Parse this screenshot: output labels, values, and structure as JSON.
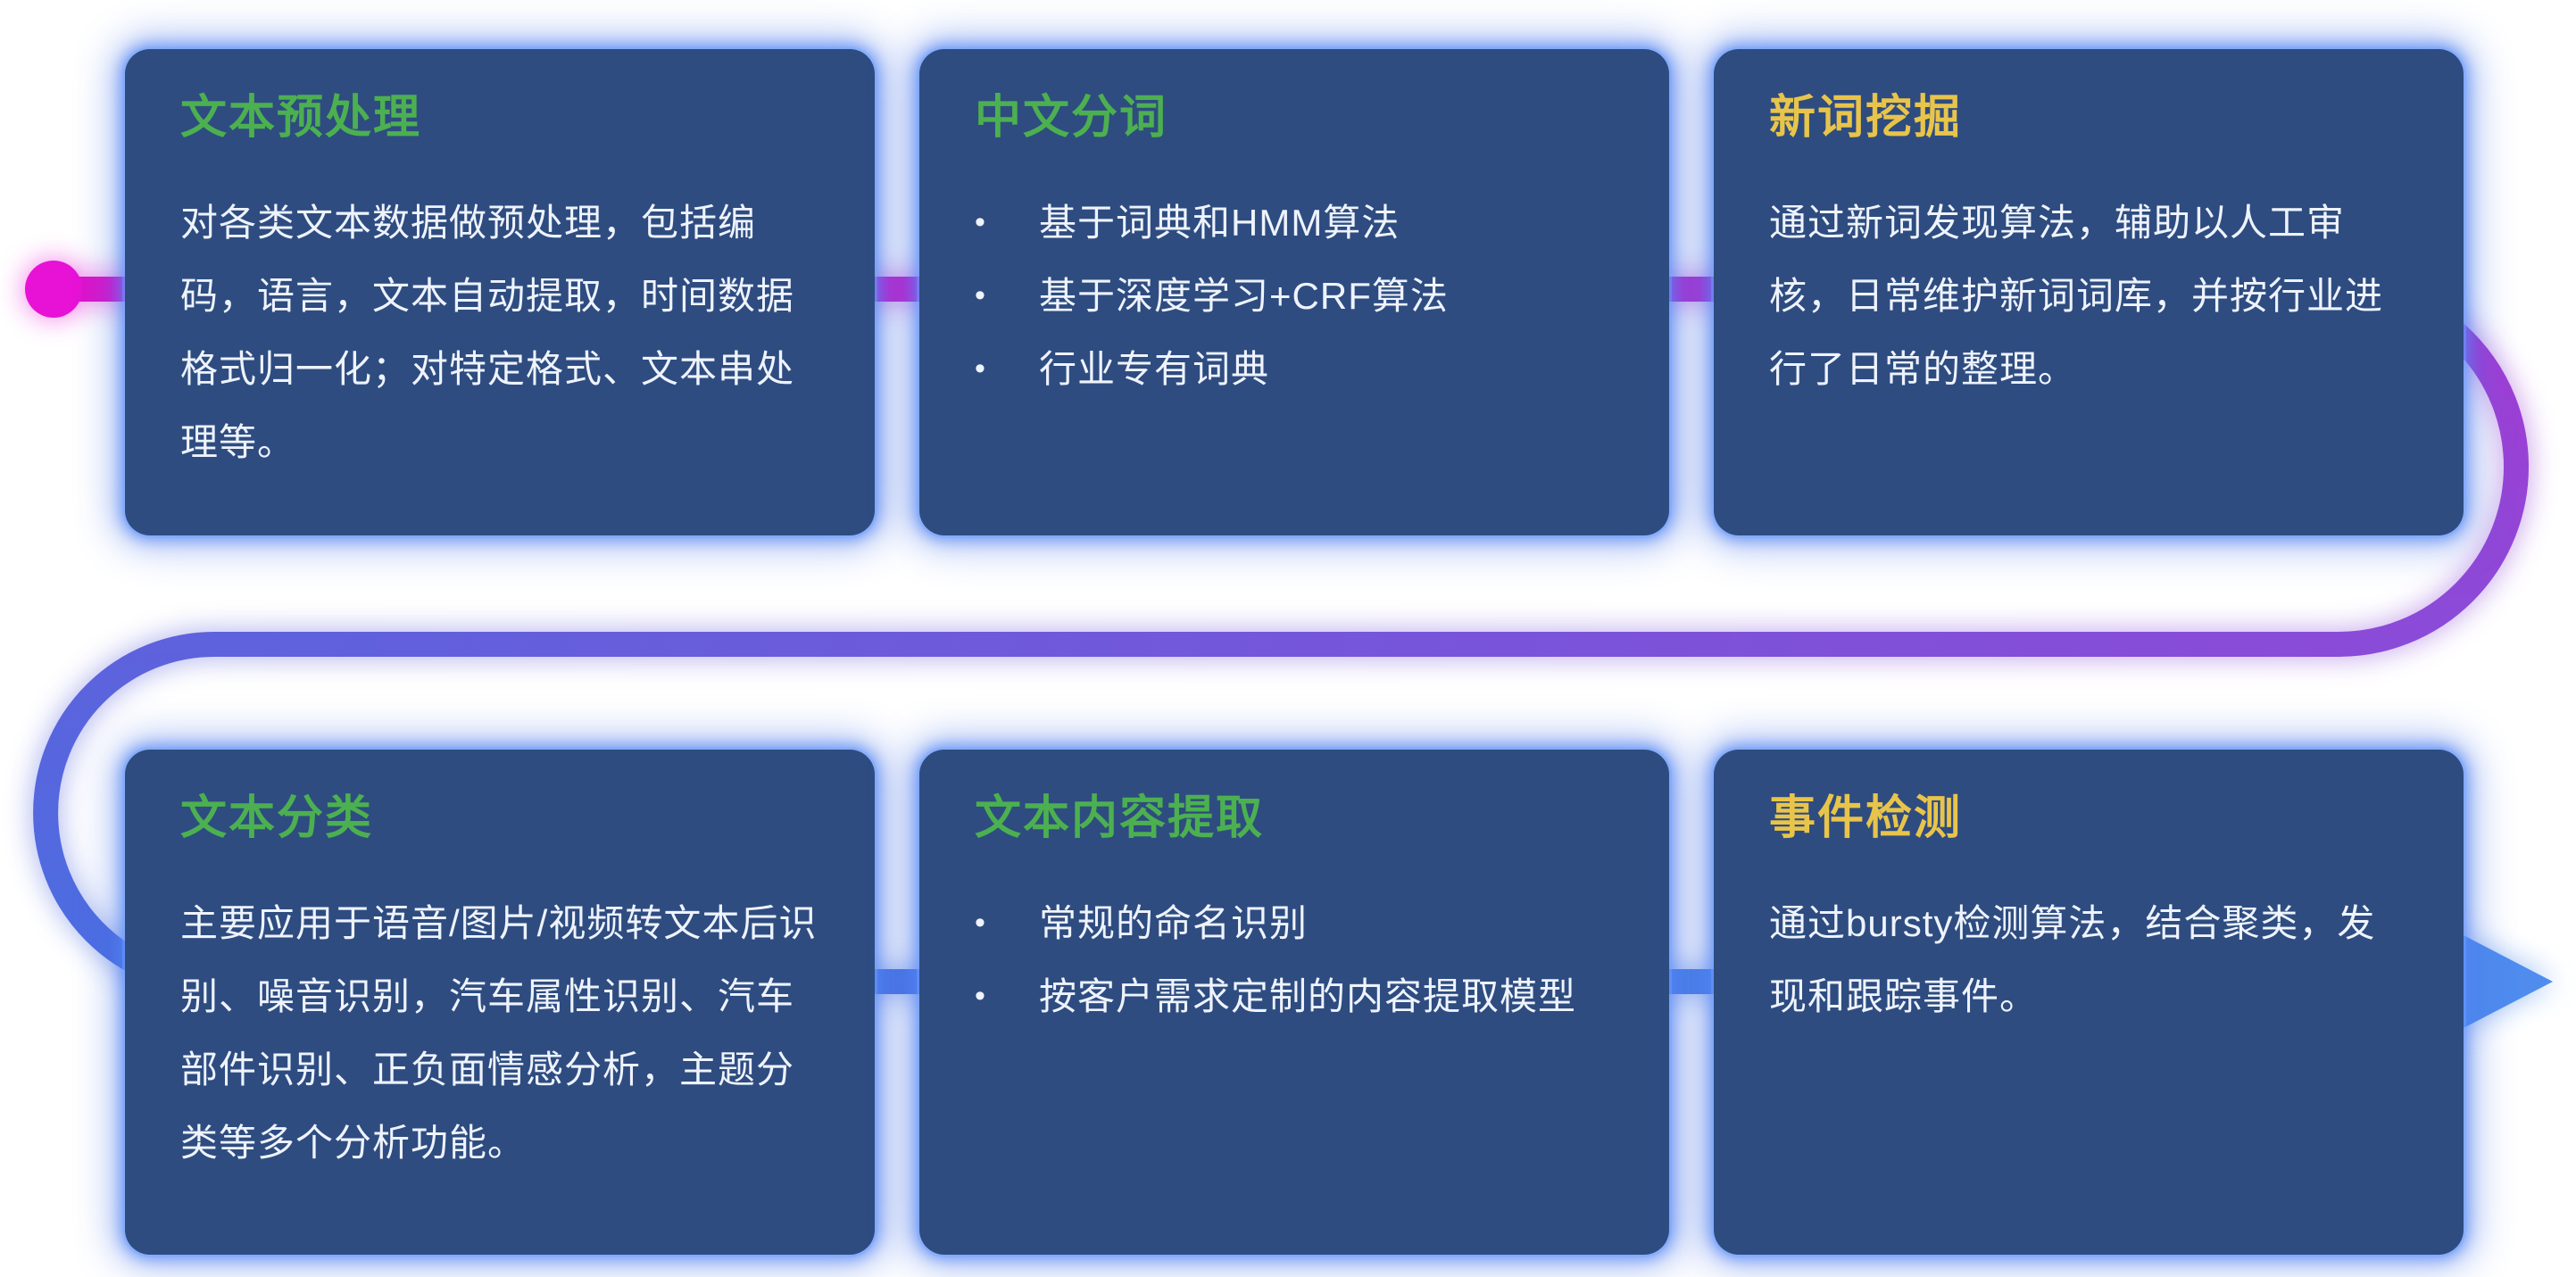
{
  "theme": {
    "background": "#ffffff",
    "card_background": "#2e4c80",
    "card_glow": "#4a7ae6",
    "title_green": "#4cb050",
    "title_yellow": "#e8c44a",
    "body_text": "#eef3fc",
    "flow_magenta": "#de12ca",
    "flow_dot": "#e811d6",
    "flow_purple": "#a43ad2",
    "flow_violet": "#8a4bd8",
    "flow_indigo": "#5e62dc",
    "flow_blue": "#4a6ee2",
    "flow_arrow": "#4f8cee"
  },
  "bullet_marker": "•",
  "cards": [
    {
      "title": "文本预处理",
      "title_color": "green",
      "body": "对各类文本数据做预处理，包括编码，语言，文本自动提取，时间数据格式归一化；对特定格式、文本串处理等。"
    },
    {
      "title": "中文分词",
      "title_color": "green",
      "bullets": [
        "基于词典和HMM算法",
        "基于深度学习+CRF算法",
        "行业专有词典"
      ]
    },
    {
      "title": "新词挖掘",
      "title_color": "yellow",
      "body": "通过新词发现算法，辅助以人工审核，日常维护新词词库，并按行业进行了日常的整理。"
    },
    {
      "title": "文本分类",
      "title_color": "green",
      "body": "主要应用于语音/图片/视频转文本后识别、噪音识别，汽车属性识别、汽车部件识别、正负面情感分析，主题分类等多个分析功能。"
    },
    {
      "title": "文本内容提取",
      "title_color": "green",
      "bullets": [
        "常规的命名识别",
        "按客户需求定制的内容提取模型"
      ]
    },
    {
      "title": "事件检测",
      "title_color": "yellow",
      "body": "通过bursty检测算法，结合聚类，发现和跟踪事件。"
    }
  ]
}
